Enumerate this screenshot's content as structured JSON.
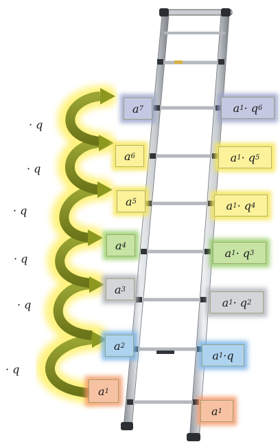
{
  "multiplier": "· q",
  "left_terms": [
    {
      "base": "a",
      "sub": "1",
      "glow": "#f4a277"
    },
    {
      "base": "a",
      "sub": "2",
      "glow": "#8cc4ee"
    },
    {
      "base": "a",
      "sub": "3",
      "glow": "#b8bac0"
    },
    {
      "base": "a",
      "sub": "4",
      "glow": "#a6d67a"
    },
    {
      "base": "a",
      "sub": "5",
      "glow": "#f6ea6a"
    },
    {
      "base": "a",
      "sub": "6",
      "glow": "#d6e27e"
    },
    {
      "base": "a",
      "sub": "7",
      "glow": "#a8aed6"
    }
  ],
  "right_terms": [
    {
      "text": "a",
      "sub": "1",
      "tail": "",
      "exp": "",
      "glow": "#f4a277"
    },
    {
      "text": "a",
      "sub": "1",
      "tail": "·q",
      "exp": "",
      "glow": "#8cc4ee"
    },
    {
      "text": "a",
      "sub": "1",
      "tail": " · q",
      "exp": "2",
      "glow": "#b8bac0"
    },
    {
      "text": "a",
      "sub": "1",
      "tail": " · q",
      "exp": "3",
      "glow": "#a6d67a"
    },
    {
      "text": "a",
      "sub": "1",
      "tail": " · q",
      "exp": "4",
      "glow": "#f6ea6a"
    },
    {
      "text": "a",
      "sub": "1",
      "tail": " · q",
      "exp": "5",
      "glow": "#d6e27e"
    },
    {
      "text": "a",
      "sub": "1",
      "tail": " · q",
      "exp": "6",
      "glow": "#a8aed6"
    }
  ],
  "arrow_color": "#7f8a1e",
  "ladder_color": "#b9bdc2"
}
